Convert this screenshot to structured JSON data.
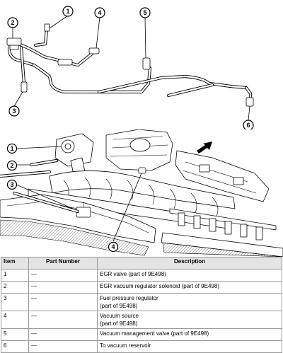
{
  "callouts": {
    "top": [
      "1",
      "2",
      "3",
      "4",
      "5",
      "6"
    ],
    "engine": [
      "1",
      "2",
      "3",
      "4"
    ]
  },
  "table": {
    "headers": {
      "item": "Item",
      "part_number": "Part Number",
      "description": "Description"
    },
    "rows": [
      {
        "item": "1",
        "part_number": "—",
        "description_lines": [
          "EGR valve (part of 9E498)"
        ]
      },
      {
        "item": "2",
        "part_number": "—",
        "description_lines": [
          "EGR vacuum regulator solenoid (part of 9E498)"
        ]
      },
      {
        "item": "3",
        "part_number": "—",
        "description_lines": [
          "Fuel pressure regulator",
          "(part of 9E498)"
        ]
      },
      {
        "item": "4",
        "part_number": "—",
        "description_lines": [
          "Vacuum source",
          "(part of 9E498)"
        ]
      },
      {
        "item": "5",
        "part_number": "—",
        "description_lines": [
          "Vacuum management valve (part of 9E498)"
        ]
      },
      {
        "item": "6",
        "part_number": "—",
        "description_lines": [
          "To vacuum reservoir"
        ]
      }
    ]
  },
  "icons": {
    "direction_arrow": "front-direction-arrow-icon"
  }
}
